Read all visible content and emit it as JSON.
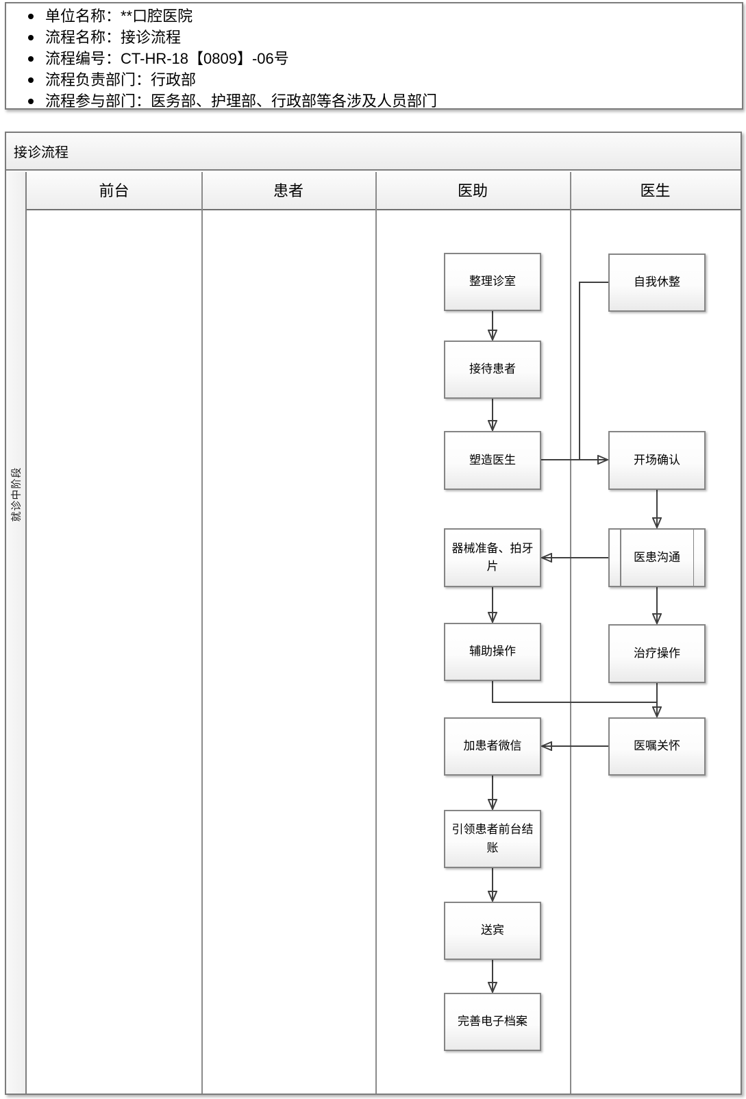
{
  "info_panel": {
    "items": [
      "单位名称：**口腔医院",
      "流程名称：接诊流程",
      "流程编号：CT-HR-18【0809】-06号",
      "流程负责部门：行政部",
      "流程参与部门：医务部、护理部、行政部等各涉及人员部门"
    ]
  },
  "flowchart": {
    "title": "接诊流程",
    "stage_label": "就诊中阶段",
    "lanes": [
      {
        "label": "前台"
      },
      {
        "label": "患者"
      },
      {
        "label": "医助"
      },
      {
        "label": "医生"
      }
    ],
    "nodes": [
      {
        "id": "tidy-room",
        "lane": "医助",
        "label": "整理诊室"
      },
      {
        "id": "receive-patient",
        "lane": "医助",
        "label": "接待患者"
      },
      {
        "id": "build-doctor-image",
        "lane": "医助",
        "label": "塑造医生"
      },
      {
        "id": "prepare-instruments",
        "lane": "医助",
        "label": "器械准备、拍牙片"
      },
      {
        "id": "assist-operation",
        "lane": "医助",
        "label": "辅助操作"
      },
      {
        "id": "add-patient-wechat",
        "lane": "医助",
        "label": "加患者微信"
      },
      {
        "id": "lead-to-checkout",
        "lane": "医助",
        "label": "引领患者前台结账"
      },
      {
        "id": "send-off-guest",
        "lane": "医助",
        "label": "送宾"
      },
      {
        "id": "complete-e-archive",
        "lane": "医助",
        "label": "完善电子档案"
      },
      {
        "id": "self-rest",
        "lane": "医生",
        "label": "自我休整"
      },
      {
        "id": "opening-confirm",
        "lane": "医生",
        "label": "开场确认"
      },
      {
        "id": "doctor-patient-comm",
        "lane": "医生",
        "label": "医患沟通",
        "shape": "subprocess"
      },
      {
        "id": "treatment-operation",
        "lane": "医生",
        "label": "治疗操作"
      },
      {
        "id": "doctor-advice-care",
        "lane": "医生",
        "label": "医嘱关怀"
      }
    ],
    "colors": {
      "frame_border": "#7b7b7b",
      "node_border": "#848484",
      "connector": "#3f3f3f",
      "header_fill": "#ededed"
    }
  }
}
